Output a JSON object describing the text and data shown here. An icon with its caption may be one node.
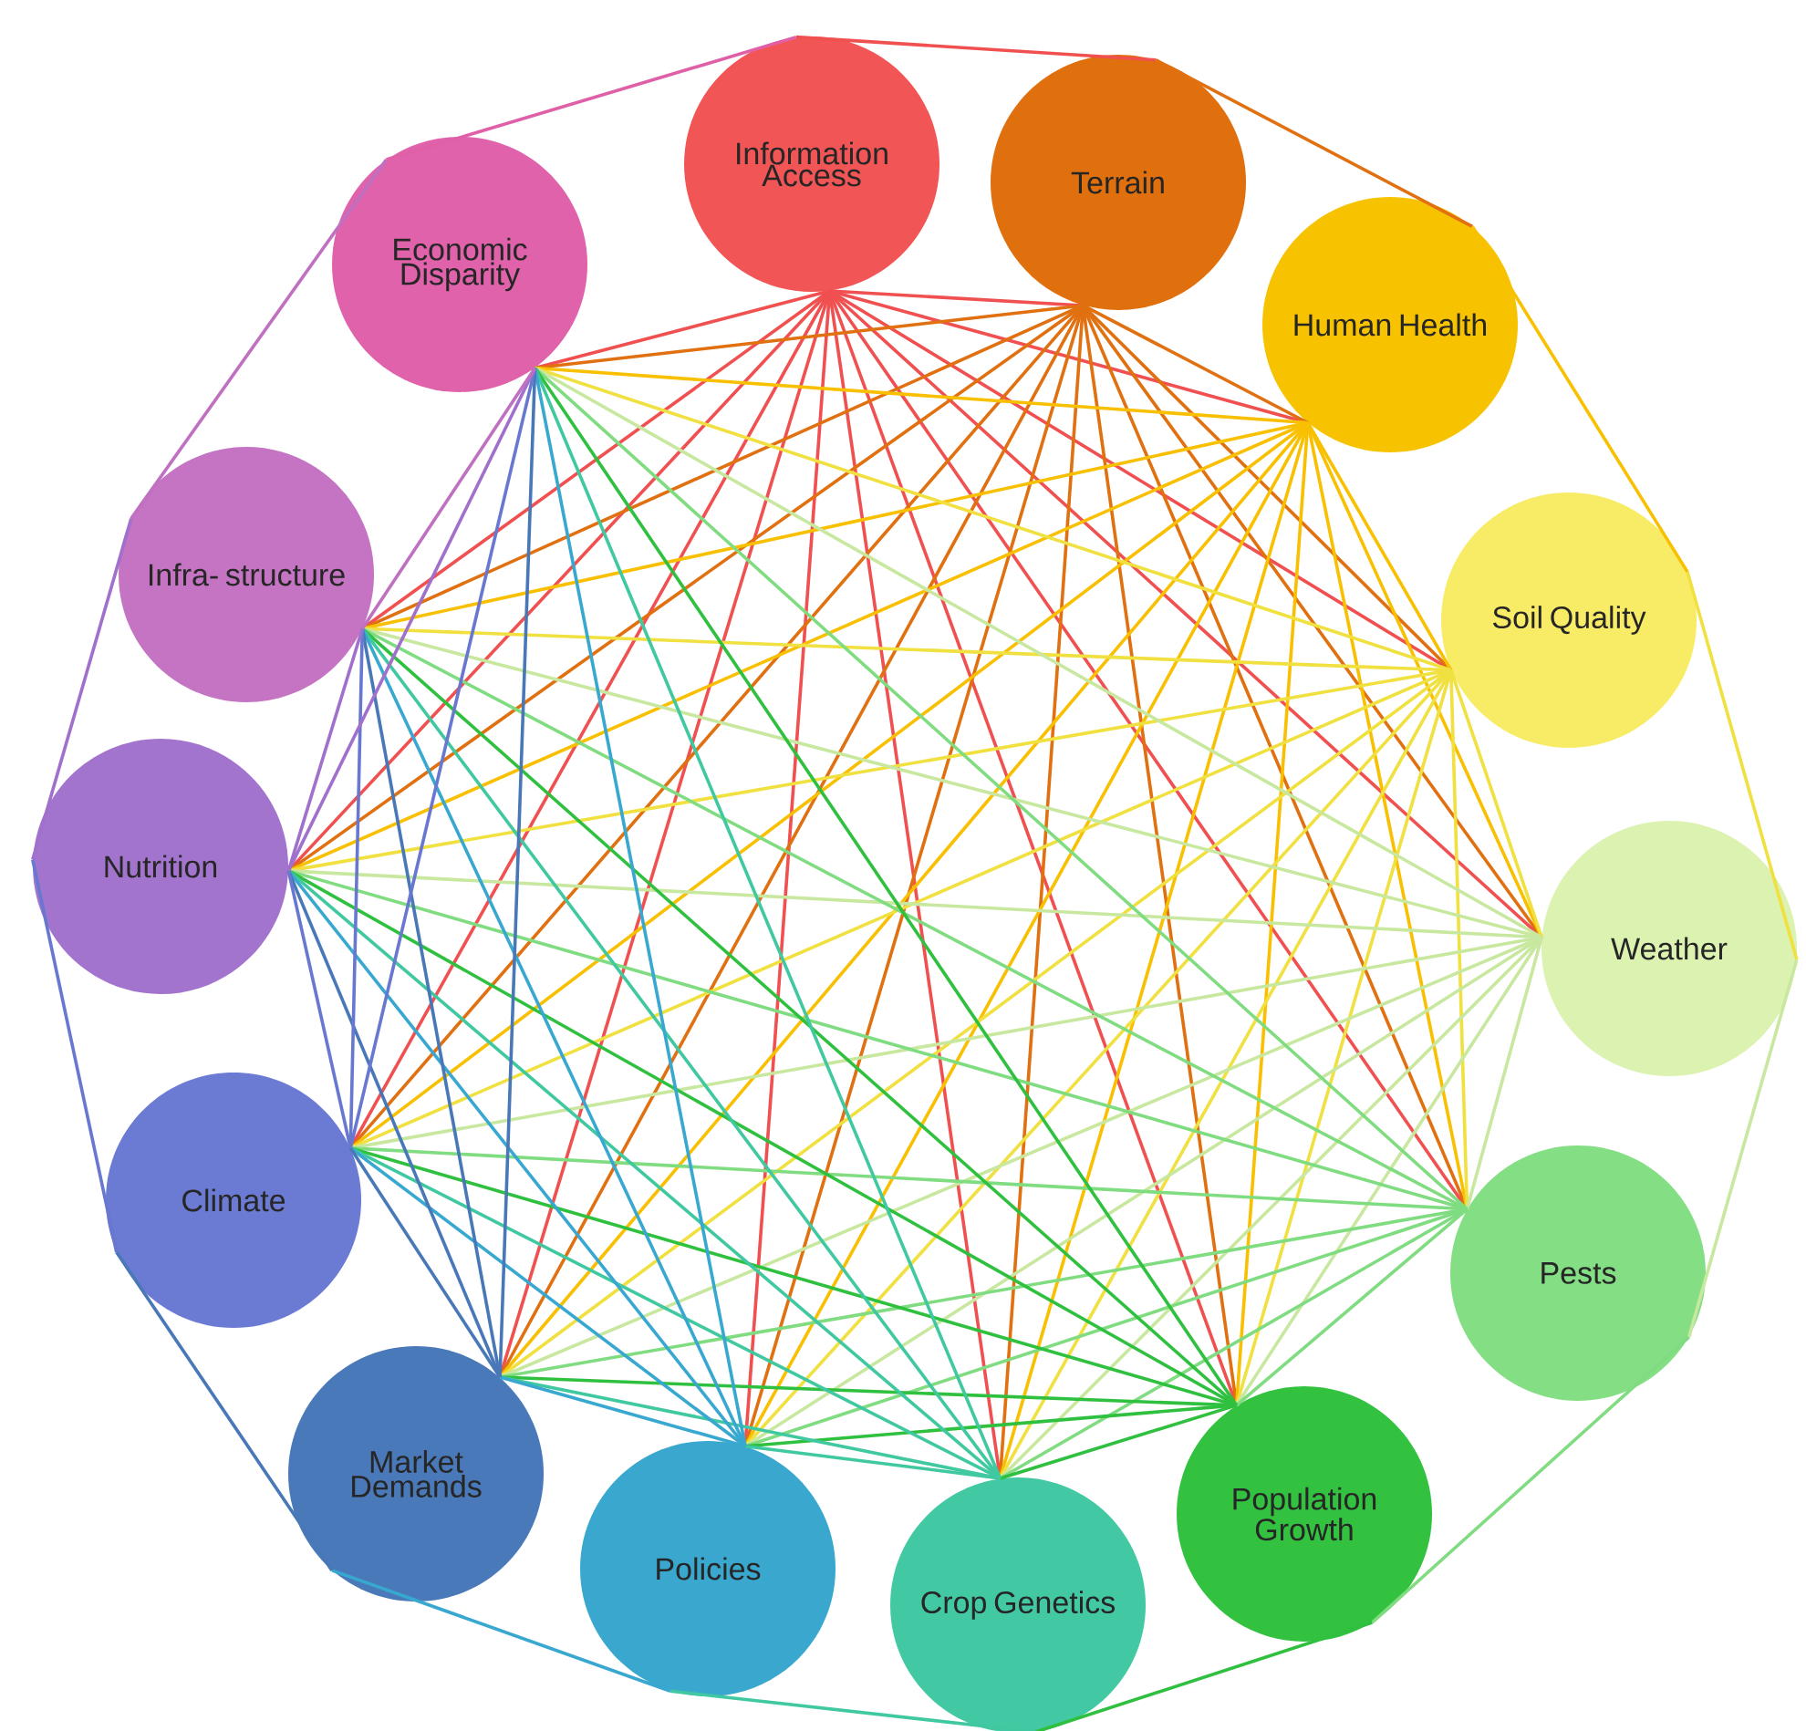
{
  "diagram": {
    "nodes": [
      {
        "text": [
          "Information Access"
        ]
      },
      {
        "text": [
          "Terrain"
        ]
      },
      {
        "text": [
          "Human Health"
        ]
      },
      {
        "text": [
          "Soil Quality"
        ]
      },
      {
        "text": [
          "Weather"
        ]
      },
      {
        "text": [
          "Pests"
        ]
      },
      {
        "text": [
          "Population Growth"
        ]
      },
      {
        "text": [
          "Crop Genetics"
        ]
      },
      {
        "text": [
          "Policies"
        ]
      },
      {
        "text": [
          "Market Demands"
        ]
      },
      {
        "text": [
          "Climate"
        ]
      },
      {
        "text": [
          "Nutrition"
        ]
      },
      {
        "text": [
          "Infra- structure"
        ]
      },
      {
        "text": [
          "Economic Disparity"
        ]
      }
    ],
    "edges": [
      {
        "from": 0,
        "to": 1,
        "arrow": "none",
        "color": "#f05050"
      },
      {
        "from": 0,
        "to": 2,
        "arrow": "none",
        "color": "#f05050"
      },
      {
        "from": 0,
        "to": 3,
        "arrow": "none",
        "color": "#f05050"
      },
      {
        "from": 0,
        "to": 4,
        "arrow": "none",
        "color": "#f05050"
      },
      {
        "from": 0,
        "to": 5,
        "arrow": "none",
        "color": "#f05050"
      },
      {
        "from": 0,
        "to": 6,
        "arrow": "none",
        "color": "#f05050"
      },
      {
        "from": 0,
        "to": 7,
        "arrow": "none",
        "color": "#f05050"
      },
      {
        "from": 0,
        "to": 8,
        "arrow": "none",
        "color": "#f05050"
      },
      {
        "from": 0,
        "to": 9,
        "arrow": "none",
        "color": "#f05050"
      },
      {
        "from": 0,
        "to": 10,
        "arrow": "none",
        "color": "#f05050"
      },
      {
        "from": 0,
        "to": 11,
        "arrow": "none",
        "color": "#f05050"
      },
      {
        "from": 0,
        "to": 12,
        "arrow": "none",
        "color": "#f05050"
      },
      {
        "from": 0,
        "to": 13,
        "arrow": "none",
        "color": "#f05050"
      },
      {
        "from": 1,
        "to": 2,
        "arrow": "none",
        "color": "#e07010"
      },
      {
        "from": 1,
        "to": 3,
        "arrow": "none",
        "color": "#e07010"
      },
      {
        "from": 1,
        "to": 4,
        "arrow": "none",
        "color": "#e07010"
      },
      {
        "from": 1,
        "to": 5,
        "arrow": "none",
        "color": "#e07010"
      },
      {
        "from": 1,
        "to": 6,
        "arrow": "none",
        "color": "#e07010"
      },
      {
        "from": 1,
        "to": 7,
        "arrow": "none",
        "color": "#e07010"
      },
      {
        "from": 1,
        "to": 8,
        "arrow": "none",
        "color": "#e07010"
      },
      {
        "from": 1,
        "to": 9,
        "arrow": "none",
        "color": "#e07010"
      },
      {
        "from": 1,
        "to": 10,
        "arrow": "none",
        "color": "#e07010"
      },
      {
        "from": 1,
        "to": 11,
        "arrow": "none",
        "color": "#e07010"
      },
      {
        "from": 1,
        "to": 12,
        "arrow": "none",
        "color": "#e07010"
      },
      {
        "from": 1,
        "to": 13,
        "arrow": "none",
        "color": "#e07010"
      },
      {
        "from": 2,
        "to": 3,
        "arrow": "none",
        "color": "#f8c000"
      },
      {
        "from": 2,
        "to": 4,
        "arrow": "none",
        "color": "#f8c000"
      },
      {
        "from": 2,
        "to": 5,
        "arrow": "none",
        "color": "#f8c000"
      },
      {
        "from": 2,
        "to": 6,
        "arrow": "none",
        "color": "#f8c000"
      },
      {
        "from": 2,
        "to": 7,
        "arrow": "none",
        "color": "#f8c000"
      },
      {
        "from": 2,
        "to": 8,
        "arrow": "none",
        "color": "#f8c000"
      },
      {
        "from": 2,
        "to": 9,
        "arrow": "none",
        "color": "#f8c000"
      },
      {
        "from": 2,
        "to": 10,
        "arrow": "none",
        "color": "#f8c000"
      },
      {
        "from": 2,
        "to": 11,
        "arrow": "none",
        "color": "#f8c000"
      },
      {
        "from": 2,
        "to": 12,
        "arrow": "none",
        "color": "#f8c000"
      },
      {
        "from": 2,
        "to": 13,
        "arrow": "none",
        "color": "#f8c000"
      },
      {
        "from": 3,
        "to": 4,
        "arrow": "none",
        "color": "#f0e040"
      },
      {
        "from": 3,
        "to": 5,
        "arrow": "none",
        "color": "#f0e040"
      },
      {
        "from": 3,
        "to": 6,
        "arrow": "none",
        "color": "#f0e040"
      },
      {
        "from": 3,
        "to": 7,
        "arrow": "none",
        "color": "#f0e040"
      },
      {
        "from": 3,
        "to": 8,
        "arrow": "none",
        "color": "#f0e040"
      },
      {
        "from": 3,
        "to": 9,
        "arrow": "none",
        "color": "#f0e040"
      },
      {
        "from": 3,
        "to": 10,
        "arrow": "none",
        "color": "#f0e040"
      },
      {
        "from": 3,
        "to": 11,
        "arrow": "none",
        "color": "#f0e040"
      },
      {
        "from": 3,
        "to": 12,
        "arrow": "none",
        "color": "#f0e040"
      },
      {
        "from": 3,
        "to": 13,
        "arrow": "none",
        "color": "#f0e040"
      },
      {
        "from": 4,
        "to": 5,
        "arrow": "none",
        "color": "#c8e8a0"
      },
      {
        "from": 4,
        "to": 6,
        "arrow": "none",
        "color": "#c8e8a0"
      },
      {
        "from": 4,
        "to": 7,
        "arrow": "none",
        "color": "#c8e8a0"
      },
      {
        "from": 4,
        "to": 8,
        "arrow": "none",
        "color": "#c8e8a0"
      },
      {
        "from": 4,
        "to": 9,
        "arrow": "none",
        "color": "#c8e8a0"
      },
      {
        "from": 4,
        "to": 10,
        "arrow": "none",
        "color": "#c8e8a0"
      },
      {
        "from": 4,
        "to": 11,
        "arrow": "none",
        "color": "#c8e8a0"
      },
      {
        "from": 4,
        "to": 12,
        "arrow": "none",
        "color": "#c8e8a0"
      },
      {
        "from": 4,
        "to": 13,
        "arrow": "none",
        "color": "#c8e8a0"
      },
      {
        "from": 5,
        "to": 6,
        "arrow": "none",
        "color": "#80dc80"
      },
      {
        "from": 5,
        "to": 7,
        "arrow": "none",
        "color": "#80dc80"
      },
      {
        "from": 5,
        "to": 8,
        "arrow": "none",
        "color": "#80dc80"
      },
      {
        "from": 5,
        "to": 9,
        "arrow": "none",
        "color": "#80dc80"
      },
      {
        "from": 5,
        "to": 10,
        "arrow": "none",
        "color": "#80dc80"
      },
      {
        "from": 5,
        "to": 11,
        "arrow": "none",
        "color": "#80dc80"
      },
      {
        "from": 5,
        "to": 12,
        "arrow": "none",
        "color": "#80dc80"
      },
      {
        "from": 5,
        "to": 13,
        "arrow": "none",
        "color": "#80dc80"
      },
      {
        "from": 6,
        "to": 7,
        "arrow": "none",
        "color": "#30c040"
      },
      {
        "from": 6,
        "to": 8,
        "arrow": "none",
        "color": "#30c040"
      },
      {
        "from": 6,
        "to": 9,
        "arrow": "none",
        "color": "#30c040"
      },
      {
        "from": 6,
        "to": 10,
        "arrow": "none",
        "color": "#30c040"
      },
      {
        "from": 6,
        "to": 11,
        "arrow": "none",
        "color": "#30c040"
      },
      {
        "from": 6,
        "to": 12,
        "arrow": "none",
        "color": "#30c040"
      },
      {
        "from": 6,
        "to": 13,
        "arrow": "none",
        "color": "#30c040"
      },
      {
        "from": 7,
        "to": 8,
        "arrow": "none",
        "color": "#40c8a0"
      },
      {
        "from": 7,
        "to": 9,
        "arrow": "none",
        "color": "#40c8a0"
      },
      {
        "from": 7,
        "to": 10,
        "arrow": "none",
        "color": "#40c8a0"
      },
      {
        "from": 7,
        "to": 11,
        "arrow": "none",
        "color": "#40c8a0"
      },
      {
        "from": 7,
        "to": 12,
        "arrow": "none",
        "color": "#40c8a0"
      },
      {
        "from": 7,
        "to": 13,
        "arrow": "none",
        "color": "#40c8a0"
      },
      {
        "from": 8,
        "to": 9,
        "arrow": "none",
        "color": "#38a8d0"
      },
      {
        "from": 8,
        "to": 10,
        "arrow": "none",
        "color": "#38a8d0"
      },
      {
        "from": 8,
        "to": 11,
        "arrow": "none",
        "color": "#38a8d0"
      },
      {
        "from": 8,
        "to": 12,
        "arrow": "none",
        "color": "#38a8d0"
      },
      {
        "from": 8,
        "to": 13,
        "arrow": "none",
        "color": "#38a8d0"
      },
      {
        "from": 9,
        "to": 10,
        "arrow": "none",
        "color": "#4878b8"
      },
      {
        "from": 9,
        "to": 11,
        "arrow": "none",
        "color": "#4878b8"
      },
      {
        "from": 9,
        "to": 12,
        "arrow": "none",
        "color": "#4878b8"
      },
      {
        "from": 9,
        "to": 13,
        "arrow": "none",
        "color": "#4878b8"
      },
      {
        "from": 10,
        "to": 11,
        "arrow": "none",
        "color": "#6878d0"
      },
      {
        "from": 10,
        "to": 12,
        "arrow": "none",
        "color": "#6878d0"
      },
      {
        "from": 10,
        "to": 13,
        "arrow": "none",
        "color": "#6878d0"
      },
      {
        "from": 11,
        "to": 12,
        "arrow": "none",
        "color": "#a070cc"
      },
      {
        "from": 11,
        "to": 13,
        "arrow": "none",
        "color": "#a070cc"
      },
      {
        "from": 12,
        "to": 13,
        "arrow": "none",
        "color": "#c070c0"
      },
      {
        "from": 0,
        "to": 1,
        "arrow": "none",
        "color": "#f05050"
      },
      {
        "from": 1,
        "to": 2,
        "arrow": "none",
        "color": "#e07010"
      },
      {
        "from": 2,
        "to": 3,
        "arrow": "none",
        "color": "#f8c000"
      },
      {
        "from": 3,
        "to": 4,
        "arrow": "none",
        "color": "#f0e040"
      },
      {
        "from": 4,
        "to": 5,
        "arrow": "none",
        "color": "#c8e8a0"
      },
      {
        "from": 5,
        "to": 6,
        "arrow": "none",
        "color": "#80dc80"
      },
      {
        "from": 6,
        "to": 7,
        "arrow": "none",
        "color": "#30c040"
      },
      {
        "from": 7,
        "to": 8,
        "arrow": "none",
        "color": "#40c8a0"
      },
      {
        "from": 8,
        "to": 9,
        "arrow": "none",
        "color": "#38a8d0"
      },
      {
        "from": 9,
        "to": 10,
        "arrow": "none",
        "color": "#4878b8"
      },
      {
        "from": 10,
        "to": 11,
        "arrow": "none",
        "color": "#6878d0"
      },
      {
        "from": 11,
        "to": 12,
        "arrow": "none",
        "color": "#a070cc"
      },
      {
        "from": 12,
        "to": 13,
        "arrow": "none",
        "color": "#c070c0"
      },
      {
        "from": 13,
        "to": 0,
        "arrow": "none",
        "color": "#e060a8"
      }
    ]
  }
}
